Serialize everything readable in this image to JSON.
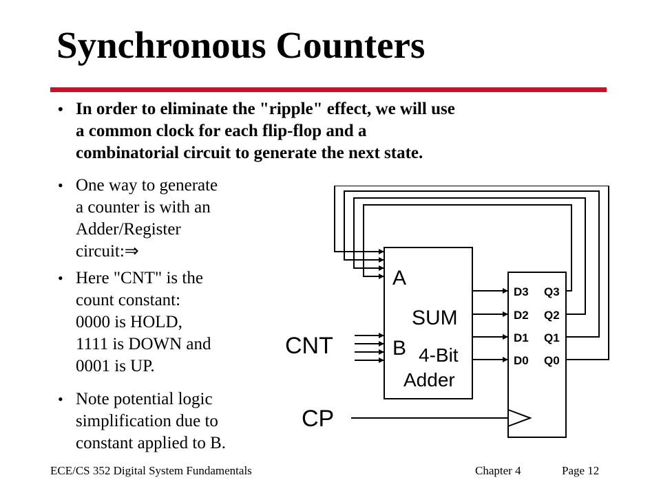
{
  "slide": {
    "title": "Synchronous Counters",
    "accent_color": "#d0102a"
  },
  "bullets": [
    {
      "lines": [
        "In order to eliminate the \"ripple\" effect, we will use",
        "a common clock for each flip-flop and a",
        "combinatorial circuit to generate the next state."
      ]
    },
    {
      "lines": [
        "One way to generate",
        "a counter is with an",
        "Adder/Register",
        "circuit:⇒"
      ]
    },
    {
      "lines": [
        "Here \"CNT\" is the",
        "count constant:",
        "0000 is HOLD,",
        "1111 is DOWN and",
        "0001 is UP."
      ]
    },
    {
      "lines": [
        "Note potential logic",
        "simplification due to",
        "constant applied to B."
      ]
    }
  ],
  "diagram": {
    "cnt_label": "CNT",
    "cp_label": "CP",
    "adder": {
      "a": "A",
      "b": "B",
      "sum": "SUM",
      "name_line1": "4-Bit",
      "name_line2": "Adder"
    },
    "register": {
      "inputs": [
        "D3",
        "D2",
        "D1",
        "D0"
      ],
      "outputs": [
        "Q3",
        "Q2",
        "Q1",
        "Q0"
      ]
    }
  },
  "footer": {
    "course": "ECE/CS 352  Digital System Fundamentals",
    "chapter": "Chapter 4",
    "page": "Page 12"
  }
}
